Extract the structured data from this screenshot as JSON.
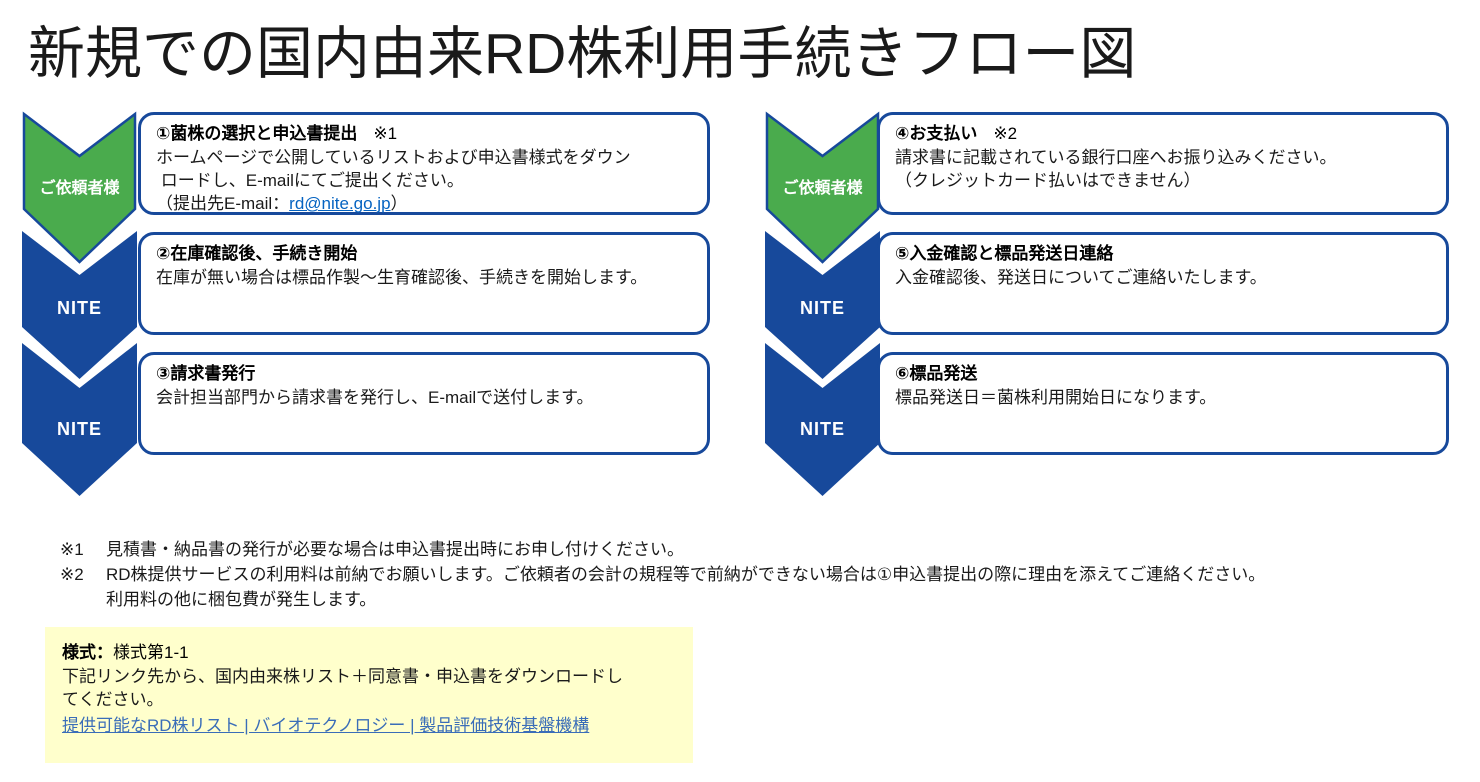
{
  "title": "新規での国内由来RD株利用手続きフロー図",
  "colors": {
    "navy": "#17499B",
    "green": "#4AAB4D",
    "email-link": "#0563C1",
    "form-link": "#3A6DB8",
    "form-bg": "#FFFFCC"
  },
  "flow": {
    "left": {
      "chevrons": [
        {
          "label": "ご依頼者様",
          "color": "green"
        },
        {
          "label": "NITE",
          "color": "navy"
        },
        {
          "label": "NITE",
          "color": "navy"
        }
      ],
      "steps": [
        {
          "heading": "①菌株の選択と申込書提出",
          "heading_note": "※1",
          "line1": "ホームページで公開しているリストおよび申込書様式をダウン",
          "line2": " ロードし、E-mailにてご提出ください。",
          "line3_prefix": "（提出先E-mail：",
          "line3_link": "rd@nite.go.jp",
          "line3_suffix": "）"
        },
        {
          "heading": "②在庫確認後、手続き開始",
          "line1": "在庫が無い場合は標品作製～生育確認後、手続きを開始します。"
        },
        {
          "heading": "③請求書発行",
          "line1": "会計担当部門から請求書を発行し、E-mailで送付します。"
        }
      ]
    },
    "right": {
      "chevrons": [
        {
          "label": "ご依頼者様",
          "color": "green"
        },
        {
          "label": "NITE",
          "color": "navy"
        },
        {
          "label": "NITE",
          "color": "navy"
        }
      ],
      "steps": [
        {
          "heading": "④お支払い",
          "heading_note": "※2",
          "line1": "請求書に記載されている銀行口座へお振り込みください。",
          "line2": "（クレジットカード払いはできません）"
        },
        {
          "heading": "⑤入金確認と標品発送日連絡",
          "line1": "入金確認後、発送日についてご連絡いたします。"
        },
        {
          "heading": "⑥標品発送",
          "line1": "標品発送日＝菌株利用開始日になります。"
        }
      ]
    }
  },
  "notes": {
    "n1_marker": "※1",
    "n1_text": "見積書・納品書の発行が必要な場合は申込書提出時にお申し付けください。",
    "n2_marker": "※2",
    "n2_text": "RD株提供サービスの利用料は前納でお願いします。ご依頼者の会計の規程等で前納ができない場合は①申込書提出の際に理由を添えてご連絡ください。",
    "n2_text2": "利用料の他に梱包費が発生します。"
  },
  "form_box": {
    "label": "様式：",
    "value": "様式第1-1",
    "body_line1": "下記リンク先から、国内由来株リスト＋同意書・申込書をダウンロードし",
    "body_line2": "てください。",
    "link": "提供可能なRD株リスト | バイオテクノロジー | 製品評価技術基盤機構"
  }
}
